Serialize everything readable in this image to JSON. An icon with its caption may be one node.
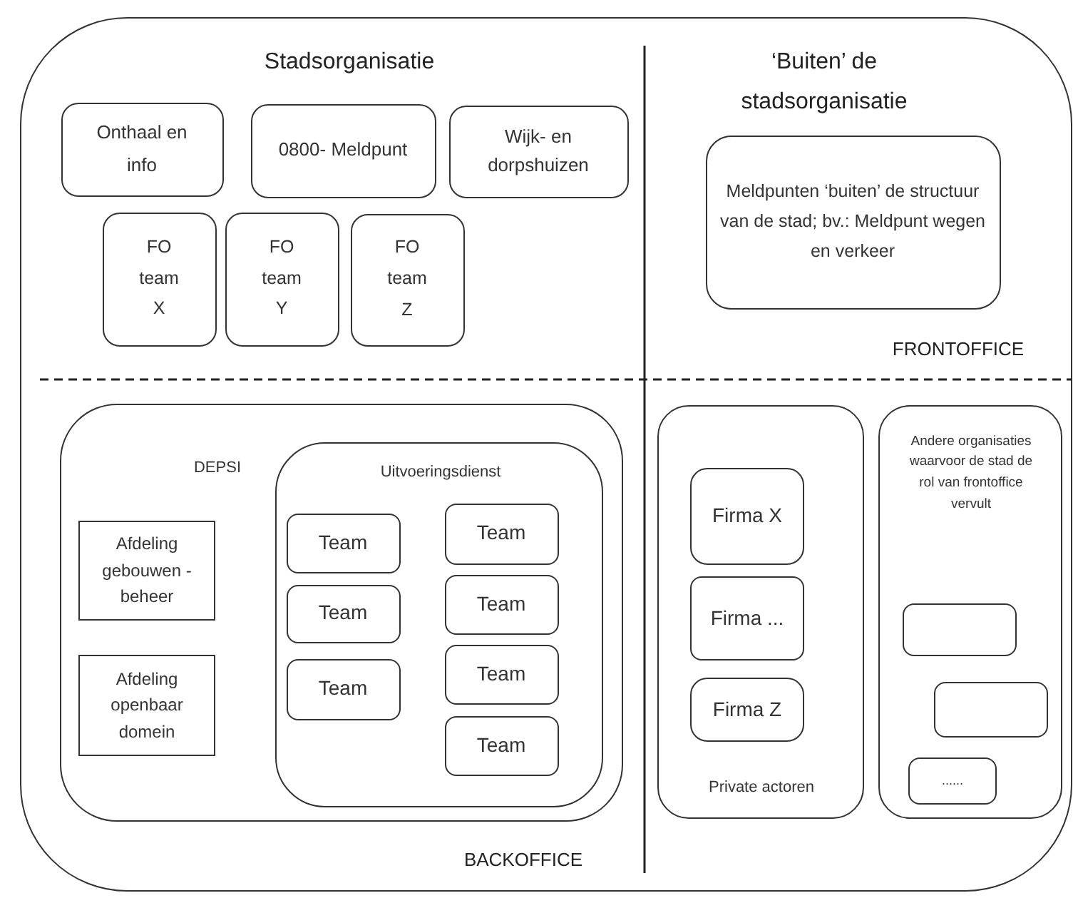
{
  "diagram": {
    "nodes": [
      {
        "text": [],
        "shape": "box"
      },
      {
        "text": [
          "Onthaal en info"
        ],
        "in": 0
      },
      {
        "text": [
          "0800- Meldpunt"
        ],
        "in": 0
      },
      {
        "text": [
          "Wijk- en dorpshuizen"
        ],
        "in": 0
      },
      {
        "text": [
          "FO team X"
        ],
        "in": 0
      },
      {
        "text": [
          "FO team Y"
        ],
        "in": 0
      },
      {
        "text": [
          "FO team Z"
        ],
        "in": 0
      },
      {
        "text": [
          "Meldpunten ‘buiten’ de structuur van de stad; bv.: Meldpunt wegen en verkeer"
        ],
        "in": 0
      },
      {
        "text": [
          "DEPSI"
        ],
        "in": 0
      },
      {
        "text": [
          "Afdeling gebouwen -beheer"
        ],
        "in": 8
      },
      {
        "text": [
          "Afdeling openbaar domein"
        ],
        "in": 8
      },
      {
        "text": [
          "Uitvoeringsdienst"
        ],
        "in": 8
      },
      {
        "text": [
          "Team"
        ],
        "in": 11
      },
      {
        "text": [
          "Team"
        ],
        "in": 11
      },
      {
        "text": [
          "Team"
        ],
        "in": 11
      },
      {
        "text": [
          "Team"
        ],
        "in": 11
      },
      {
        "text": [
          "Team"
        ],
        "in": 11
      },
      {
        "text": [
          "Team"
        ],
        "in": 11
      },
      {
        "text": [
          "Team"
        ],
        "in": 11
      },
      {
        "text": [
          "Private actoren"
        ],
        "in": 0
      },
      {
        "text": [
          "Firma X"
        ],
        "in": 19
      },
      {
        "text": [
          "Firma ..."
        ],
        "in": 19
      },
      {
        "text": [
          "Firma Z"
        ],
        "in": 19
      },
      {
        "text": [
          "Andere organisaties waarvoor de stad de rol van frontoffice vervult"
        ],
        "in": 0
      },
      {
        "text": [],
        "shape": "box",
        "in": 23
      },
      {
        "text": [],
        "shape": "box",
        "in": 23
      },
      {
        "text": [
          "......"
        ],
        "in": 23
      }
    ],
    "labels": [
      "Stadsorganisatie",
      "‘Buiten’ de stadsorganisatie",
      "FRONTOFFICE",
      "BACKOFFICE"
    ]
  }
}
